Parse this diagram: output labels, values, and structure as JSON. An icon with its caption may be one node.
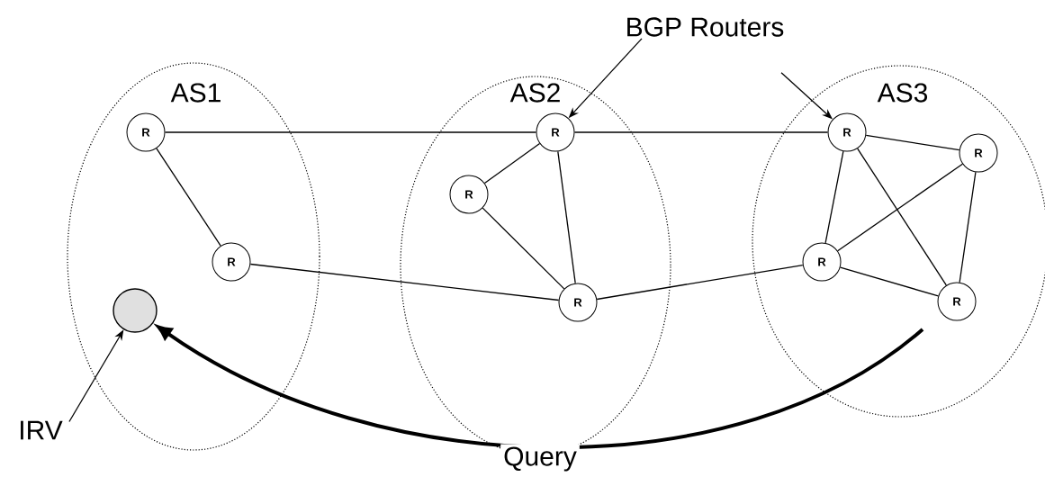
{
  "diagram": {
    "nodes": [
      {
        "text": [
          "AS1"
        ]
      },
      {
        "text": [
          "R"
        ],
        "in": 0
      },
      {
        "text": [
          "R"
        ],
        "in": 0
      },
      {
        "text": [],
        "shape": "circle",
        "in": 0
      },
      {
        "text": [
          "AS2"
        ]
      },
      {
        "text": [
          "R"
        ],
        "in": 4
      },
      {
        "text": [
          "R"
        ],
        "in": 4
      },
      {
        "text": [
          "R"
        ],
        "in": 4
      },
      {
        "text": [
          "AS3"
        ]
      },
      {
        "text": [
          "R"
        ],
        "in": 8
      },
      {
        "text": [
          "R"
        ],
        "in": 8
      },
      {
        "text": [
          "R"
        ],
        "in": 8
      },
      {
        "text": [
          "R"
        ],
        "in": 8
      },
      {
        "text": [
          "BGP Routers"
        ]
      },
      {
        "text": [
          "IRV"
        ]
      }
    ],
    "edges": [
      {
        "from": 1,
        "to": 5,
        "arrow": "none"
      },
      {
        "from": 5,
        "to": 9,
        "arrow": "none"
      },
      {
        "from": 1,
        "to": 2,
        "arrow": "none"
      },
      {
        "from": 2,
        "to": 7,
        "arrow": "none"
      },
      {
        "from": 7,
        "to": 11,
        "arrow": "none"
      },
      {
        "from": 5,
        "to": 6,
        "arrow": "none"
      },
      {
        "from": 5,
        "to": 7,
        "arrow": "none"
      },
      {
        "from": 6,
        "to": 7,
        "arrow": "none"
      },
      {
        "from": 9,
        "to": 10,
        "arrow": "none"
      },
      {
        "from": 9,
        "to": 11,
        "arrow": "none"
      },
      {
        "from": 9,
        "to": 12,
        "arrow": "none"
      },
      {
        "from": 10,
        "to": 11,
        "arrow": "none"
      },
      {
        "from": 10,
        "to": 12,
        "arrow": "none"
      },
      {
        "from": 11,
        "to": 12,
        "arrow": "none"
      },
      {
        "from": 13,
        "to": 5,
        "arrow": "to"
      },
      {
        "from": 13,
        "to": 9,
        "arrow": "to"
      },
      {
        "from": 14,
        "to": 3,
        "arrow": "to"
      },
      {
        "from": null,
        "to": 3,
        "arrow": "to",
        "label": "Query",
        "style": "thick"
      }
    ]
  }
}
